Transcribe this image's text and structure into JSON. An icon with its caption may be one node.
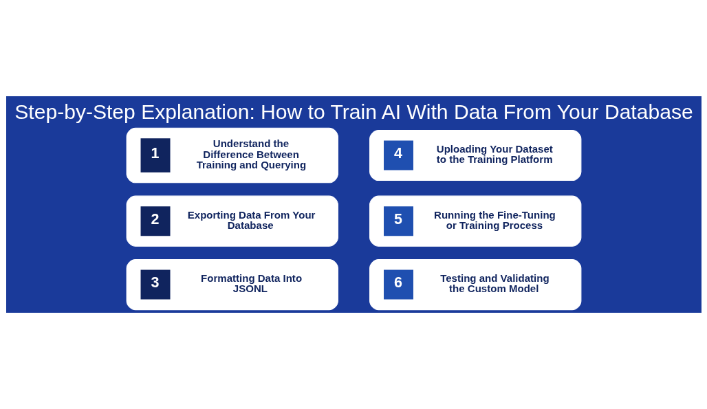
{
  "diagram": {
    "title": "Step-by-Step Explanation: How to Train AI With Data From Your Database",
    "nodes": [
      {
        "text": [
          "1",
          "Understand the Difference Between Training and Querying"
        ]
      },
      {
        "text": [
          "2",
          "Exporting Data From Your Database"
        ]
      },
      {
        "text": [
          "3",
          "Formatting Data Into JSONL"
        ]
      },
      {
        "text": [
          "4",
          "Uploading Your Dataset to the Training Platform"
        ]
      },
      {
        "text": [
          "5",
          "Running the Fine-Tuning or Training Process"
        ]
      },
      {
        "text": [
          "6",
          "Testing and Validating the Custom Model"
        ]
      }
    ],
    "edges": []
  }
}
